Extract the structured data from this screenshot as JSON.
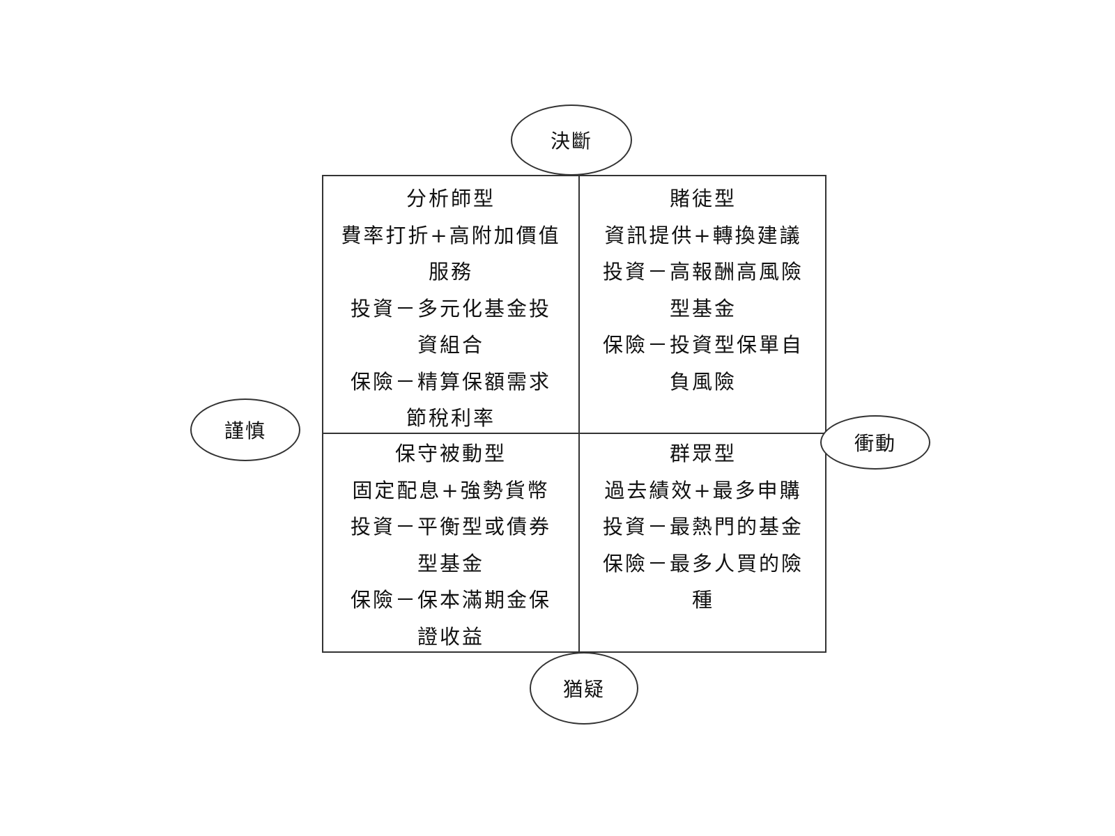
{
  "axes": {
    "top": "決斷",
    "left": "謹慎",
    "right": "衝動",
    "bottom": "猶疑"
  },
  "quadrants": {
    "top_left": {
      "title": "分析師型",
      "lines": [
        "費率打折+高附加價值",
        "服務",
        "投資－多元化基金投",
        "資組合",
        "保險－精算保額需求",
        "節稅利率"
      ]
    },
    "top_right": {
      "title": "賭徒型",
      "lines": [
        "資訊提供+轉換建議",
        "投資－高報酬高風險",
        "型基金",
        "保險－投資型保單自",
        "負風險"
      ]
    },
    "bottom_left": {
      "title": "保守被動型",
      "lines": [
        "固定配息+強勢貨幣",
        "投資－平衡型或債券",
        "型基金",
        "保險－保本滿期金保",
        "證收益"
      ]
    },
    "bottom_right": {
      "title": "群眾型",
      "lines": [
        "過去績效+最多申購",
        "投資－最熱門的基金",
        "保險－最多人買的險",
        "種"
      ]
    }
  }
}
